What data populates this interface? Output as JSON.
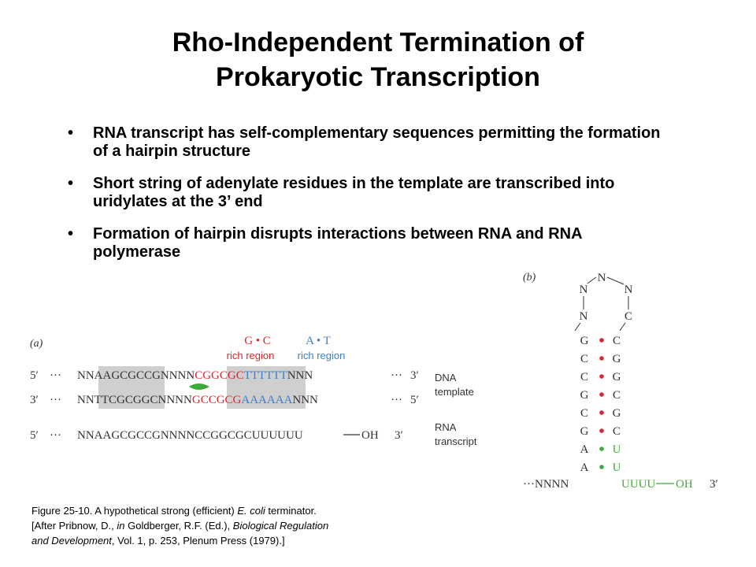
{
  "title": {
    "line1": "Rho-Independent Termination of",
    "line2": "Prokaryotic Transcription"
  },
  "bullets": [
    "RNA transcript has self-complementary sequences permitting the formation of a hairpin structure",
    "Short string of adenylate residues in the template are transcribed into uridylates at the 3’ end",
    "Formation of hairpin disrupts interactions between RNA and RNA polymerase"
  ],
  "panel_a": {
    "label": "(a)",
    "gc_label": "G • C",
    "gc_sub": "rich region",
    "at_label": "A • T",
    "at_sub": "rich region",
    "dna_top": {
      "end_left": "5′",
      "dots": "···",
      "seg1": "NN",
      "seg2": "AAGCGCCG",
      "seg3": "NNNN",
      "seg4": "CGGCGC",
      "seg5": "TT",
      "seg6": "TTTT",
      "seg7": "NNN",
      "end_right": "3′"
    },
    "dna_bottom": {
      "end_left": "3′",
      "dots": "···",
      "seg1": "NN",
      "seg2": "TTCGCGGC",
      "seg3": "NNNN",
      "seg4": "GCCGCG",
      "seg5": "AA",
      "seg6": "AAAA",
      "seg7": "NNN",
      "end_right": "5′"
    },
    "rna": {
      "end_left": "5′",
      "dots": "···",
      "sequence": "NNAAGCGCCGNNNNCCGGCGCUUUUUU",
      "tail": "OH",
      "end_right": "3′"
    },
    "dna_label_1": "DNA",
    "dna_label_2": "template",
    "rna_label_1": "RNA",
    "rna_label_2": "transcript"
  },
  "panel_b": {
    "label": "(b)",
    "loop": [
      "N",
      "N",
      "N",
      "N",
      "C"
    ],
    "left_stem": [
      "G",
      "C",
      "C",
      "G",
      "C",
      "G",
      "A",
      "A"
    ],
    "right_stem": [
      "C",
      "G",
      "G",
      "C",
      "G",
      "C",
      "U",
      "U"
    ],
    "bottom_prefix": "···NNNN",
    "bottom_tail": "UUUU",
    "bottom_oh": "OH",
    "bottom_end": "3′"
  },
  "caption": {
    "line1_a": "Figure 25-10.  A hypothetical strong (efficient) ",
    "line1_i": "E. coli",
    "line1_b": " terminator.",
    "line2_a": "[After Pribnow, D., ",
    "line2_i1": "in",
    "line2_b": " Goldberger, R.F. (Ed.), ",
    "line2_i2": "Biological Regulation",
    "line3_i": "and Development",
    "line3_b": ", Vol. 1, p. 253, Plenum Press (1979).]"
  },
  "colors": {
    "red": "#d9272e",
    "blue": "#3c7fc4",
    "green": "#3faa3a",
    "shade": "#cfcfcf",
    "text": "#333333"
  }
}
